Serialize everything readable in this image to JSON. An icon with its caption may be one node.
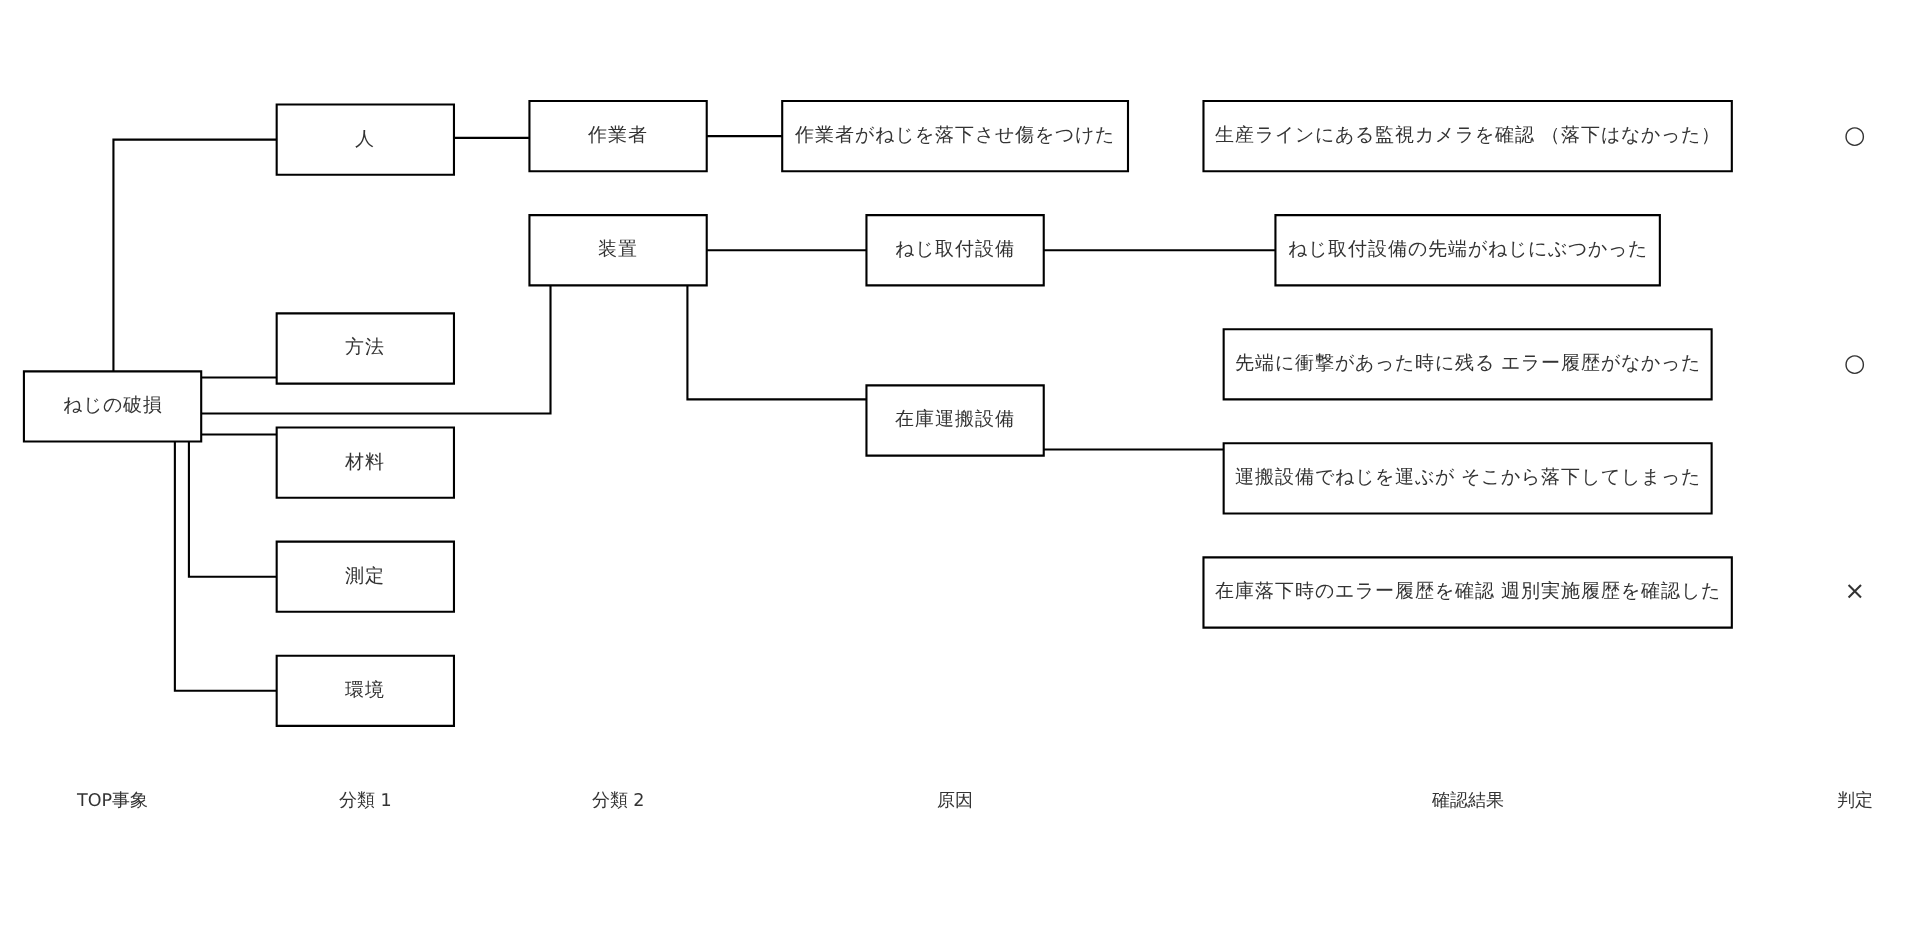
{
  "diagram": {
    "nodes": [
      {
        "text": [
          "ねじの破損"
        ]
      },
      {
        "text": [
          "人"
        ]
      },
      {
        "text": [
          "装置"
        ]
      },
      {
        "text": [
          "方法"
        ]
      },
      {
        "text": [
          "材料"
        ]
      },
      {
        "text": [
          "測定"
        ]
      },
      {
        "text": [
          "環境"
        ]
      },
      {
        "text": [
          "作業者"
        ]
      },
      {
        "text": [
          "ねじ取付設備"
        ]
      },
      {
        "text": [
          "在庫運搬設備"
        ]
      },
      {
        "text": [
          "作業者がねじを落下させ傷をつけた"
        ]
      },
      {
        "text": [
          "生産ラインにある監視カメラを確認 （落下はなかった）"
        ]
      },
      {
        "text": [
          "ねじ取付設備の先端がねじにぶつかった"
        ]
      },
      {
        "text": [
          "先端に衝撃があった時に残る エラー履歴がなかった"
        ]
      },
      {
        "text": [
          "運搬設備でねじを運ぶが そこから落下してしまった"
        ]
      },
      {
        "text": [
          "在庫落下時のエラー履歴を確認 週別実施履歴を確認した"
        ]
      }
    ],
    "edges": [
      {
        "from": 0,
        "to": 1,
        "arrow": "none"
      },
      {
        "from": 0,
        "to": 2,
        "arrow": "none"
      },
      {
        "from": 0,
        "to": 3,
        "arrow": "none"
      },
      {
        "from": 0,
        "to": 4,
        "arrow": "none"
      },
      {
        "from": 0,
        "to": 5,
        "arrow": "none"
      },
      {
        "from": 0,
        "to": 6,
        "arrow": "none"
      },
      {
        "from": 1,
        "to": 7,
        "arrow": "none"
      },
      {
        "from": 2,
        "to": 8,
        "arrow": "none"
      },
      {
        "from": 2,
        "to": 9,
        "arrow": "none"
      },
      {
        "from": 7,
        "to": 10,
        "arrow": "none"
      },
      {
        "from": 8,
        "to": 12,
        "arrow": "none"
      },
      {
        "from": 9,
        "to": 14,
        "arrow": "none"
      }
    ],
    "labels": [
      "TOP事象",
      "分類 1",
      "分類 2",
      "原因",
      "確認結果",
      "判定",
      "○",
      "○",
      "×"
    ]
  }
}
